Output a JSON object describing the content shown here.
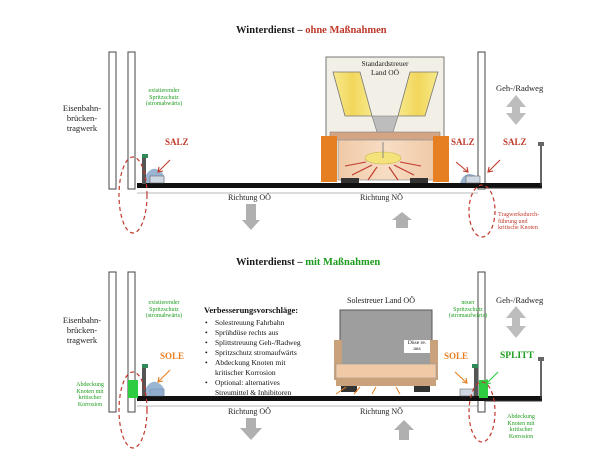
{
  "top": {
    "title_main": "Winterdienst",
    "title_sep": "–",
    "title_accent": "ohne Maßnahmen",
    "bridge_label": [
      "Eisenbahn-",
      "brücken-",
      "tragwerk"
    ],
    "splash_note": [
      "existierender",
      "Spritzschutz",
      "(stromabwärts)"
    ],
    "salt_left": "SALZ",
    "salt_right_1": "SALZ",
    "salt_right_2": "SALZ",
    "spreader_label": [
      "Standardstreuer",
      "Land OÖ"
    ],
    "walkway_label": "Geh-/Radweg",
    "dir_left": "Richtung OÖ",
    "dir_right": "Richtung NÖ",
    "knot_note": [
      "Tragwerksdurch-",
      "führung und",
      "kritische Knoten"
    ]
  },
  "bottom": {
    "title_main": "Winterdienst",
    "title_sep": "–",
    "title_accent": "mit Maßnahmen",
    "bridge_label": [
      "Eisenbahn-",
      "brücken-",
      "tragwerk"
    ],
    "splash_note": [
      "existierender",
      "Spritzschutz",
      "(stromabwärts)"
    ],
    "cover_left": [
      "Abdeckung",
      "Knoten mit",
      "kritischer",
      "Korrosion"
    ],
    "sole_left": "SOLE",
    "improve_title": "Verbesserungsvorschläge:",
    "improve_items": [
      "Solestreuung Fahrbahn",
      "Sprühdüse rechts aus",
      "Splittstreuung Geh-/Radweg",
      "Spritzschutz stromaufwärts",
      "Abdeckung Knoten mit",
      "kritischer Korrosion",
      "Optional: alternatives",
      "Streumittel & Inhibitoren"
    ],
    "spreader_label": "Solestreuer Land OÖ",
    "nozzle_label": [
      "Düse re.",
      "aus"
    ],
    "new_splash_note": [
      "neuer",
      "Spritzschutz",
      "(stromaufwärts)"
    ],
    "sole_right": "SOLE",
    "split_label": "SPLITT",
    "walkway_label": "Geh-/Radweg",
    "dir_left": "Richtung OÖ",
    "dir_right": "Richtung NÖ",
    "cover_right": [
      "Abdeckung",
      "Knoten mit",
      "kritischer",
      "Korrosion"
    ]
  },
  "colors": {
    "red": "#c0392b",
    "green": "#1e9c1e",
    "orange": "#e67e22",
    "grey": "#9e9e9e",
    "deck": "#111111"
  }
}
